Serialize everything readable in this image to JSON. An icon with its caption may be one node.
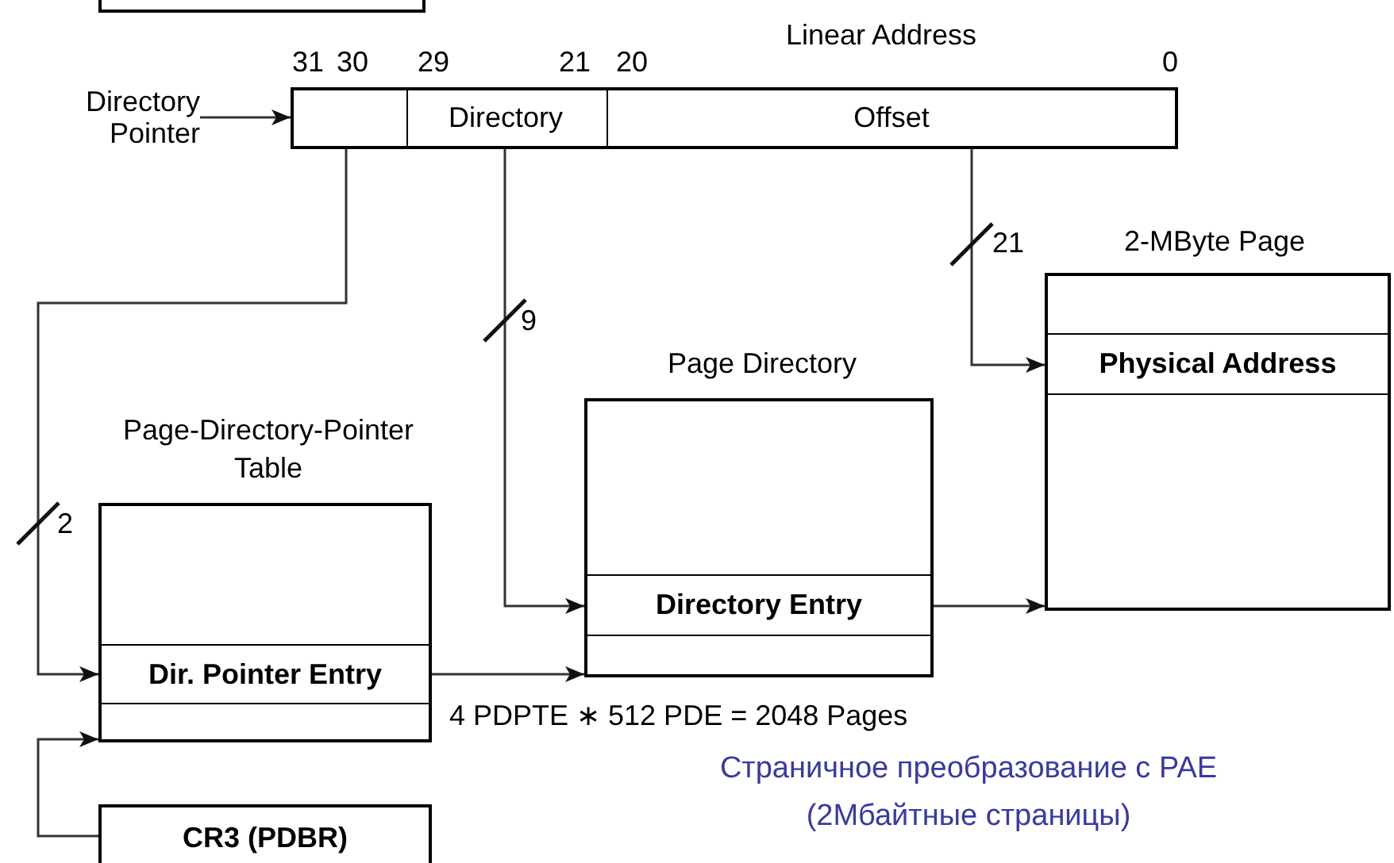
{
  "diagram": {
    "caption": "Страничное преобразование с PAE (2Мбайтные страницы)",
    "nodes": [
      {
        "text": [],
        "shape": "box"
      },
      {
        "text": [
          "Linear Address"
        ]
      },
      {
        "text": [],
        "shape": "box",
        "in": 1
      },
      {
        "text": [
          "Directory"
        ],
        "in": 1
      },
      {
        "text": [
          "Offset"
        ],
        "in": 1
      },
      {
        "text": [
          "Directory Pointer"
        ]
      },
      {
        "text": [
          "Page-Directory-Pointer Table"
        ]
      },
      {
        "text": [
          "Dir. Pointer Entry"
        ],
        "in": 6
      },
      {
        "text": [
          "Page Directory"
        ]
      },
      {
        "text": [
          "Directory Entry"
        ],
        "in": 8
      },
      {
        "text": [
          "2-MByte Page"
        ]
      },
      {
        "text": [
          "Physical Address"
        ],
        "in": 10
      },
      {
        "text": [
          "CR3 (PDBR)"
        ]
      }
    ],
    "edges": [
      {
        "from": 5,
        "to": 2,
        "arrow": "to"
      },
      {
        "from": 2,
        "to": 7,
        "arrow": "to",
        "label": "2"
      },
      {
        "from": 3,
        "to": 9,
        "arrow": "to",
        "label": "9"
      },
      {
        "from": 4,
        "to": 11,
        "arrow": "to",
        "label": "21"
      },
      {
        "from": 7,
        "to": 8,
        "arrow": "to"
      },
      {
        "from": 9,
        "to": 10,
        "arrow": "to"
      },
      {
        "from": 12,
        "to": 6,
        "arrow": "to"
      }
    ],
    "labels": [
      "31",
      "30",
      "29",
      "21",
      "20",
      "0",
      "4 PDPTE ∗ 512 PDE = 2048 Pages"
    ]
  }
}
